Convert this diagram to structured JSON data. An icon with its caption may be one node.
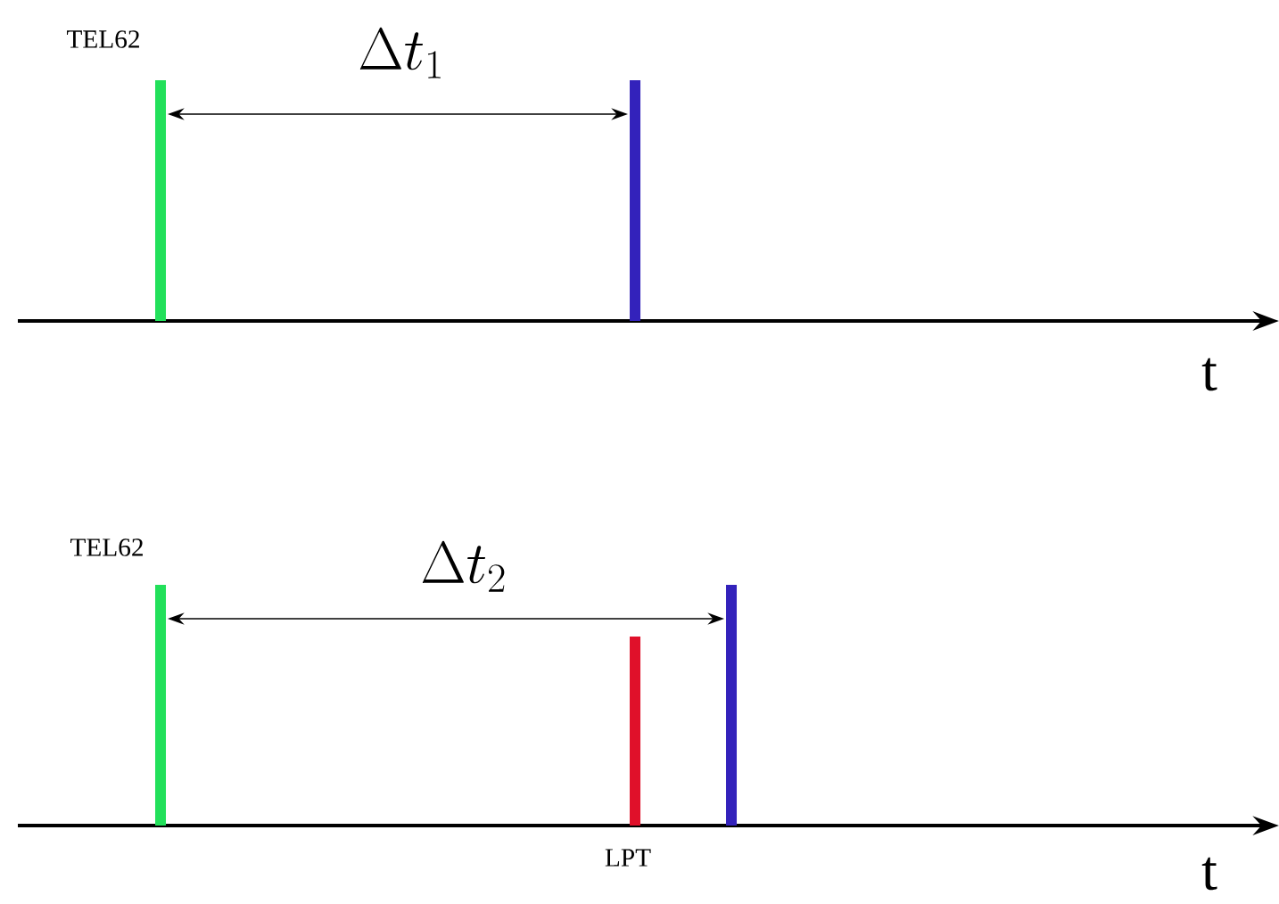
{
  "diagram": {
    "labels": [
      "TEL62",
      "\\Delta t_{1}",
      "t",
      "TEL62",
      "\\Delta t_{2}",
      "LPT",
      "t"
    ]
  }
}
